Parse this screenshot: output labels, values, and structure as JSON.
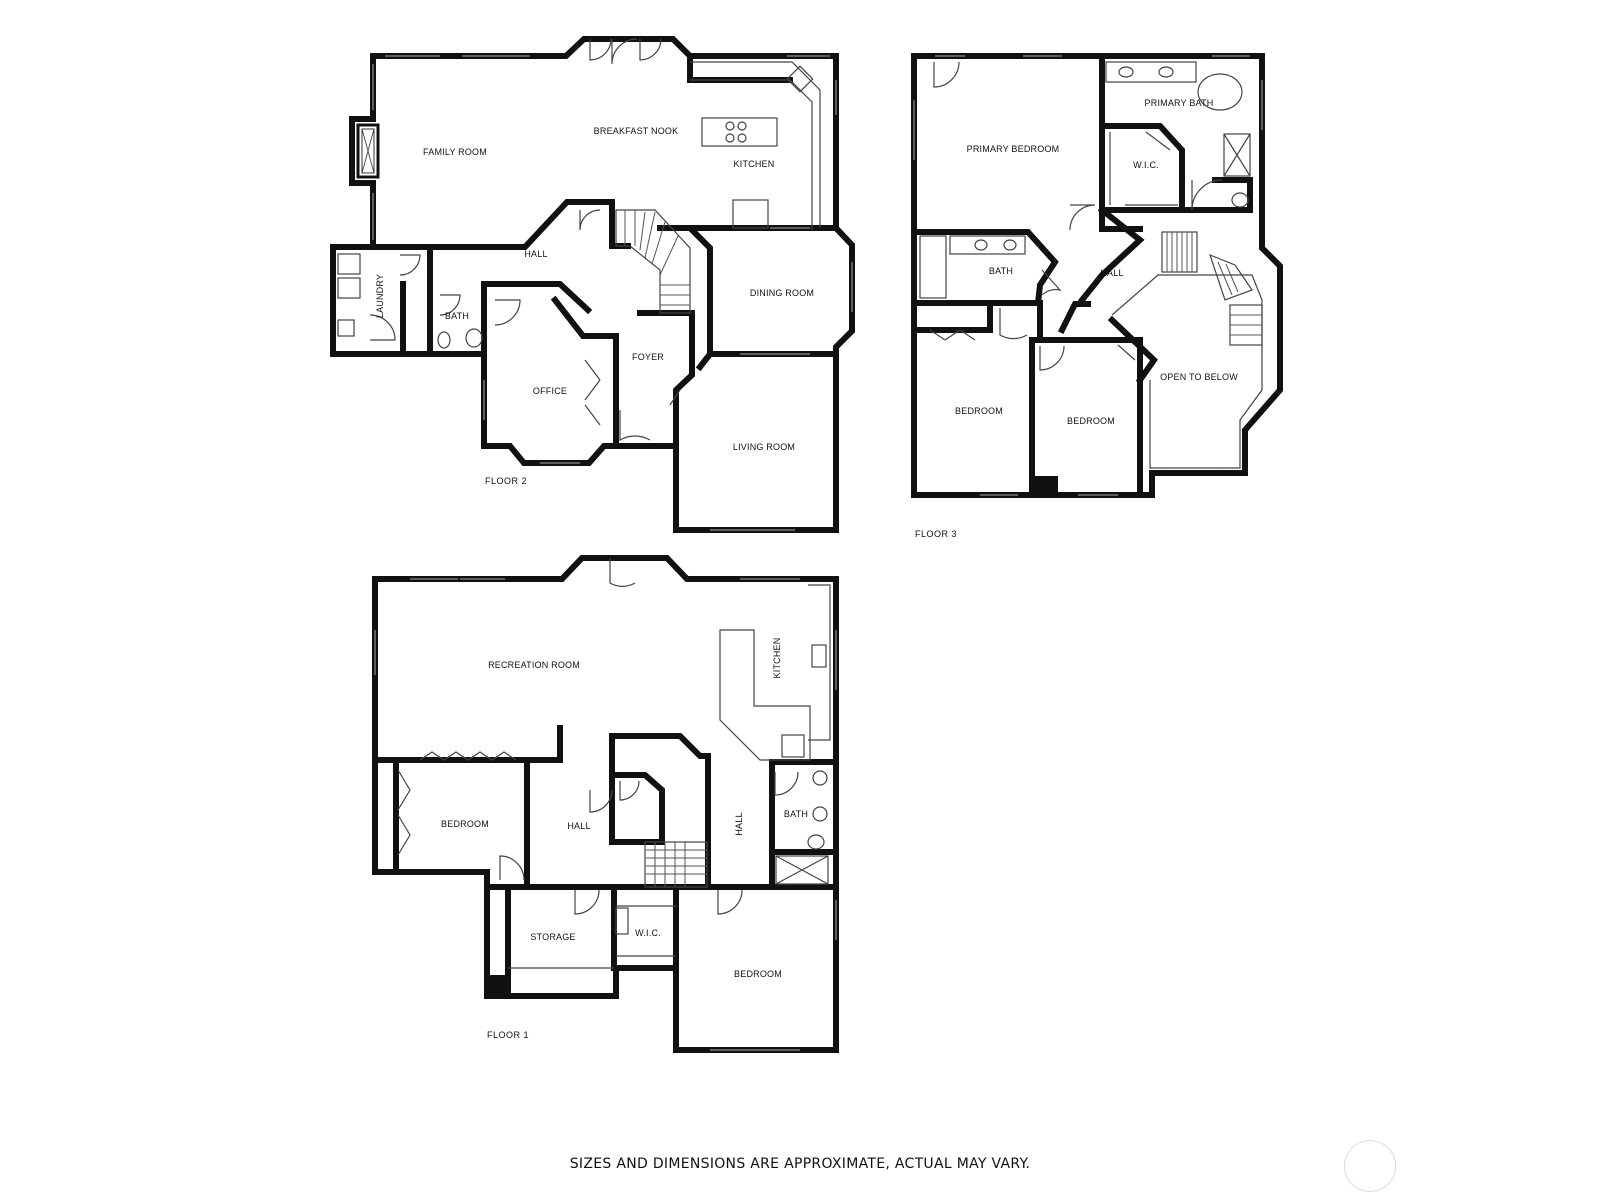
{
  "floors": {
    "floor2": {
      "label": "FLOOR 2",
      "rooms": {
        "family_room": "FAMILY ROOM",
        "breakfast_nook": "BREAKFAST NOOK",
        "kitchen": "KITCHEN",
        "hall": "HALL",
        "laundry": "LAUNDRY",
        "bath": "BATH",
        "dining_room": "DINING ROOM",
        "foyer": "FOYER",
        "office": "OFFICE",
        "living_room": "LIVING ROOM"
      }
    },
    "floor3": {
      "label": "FLOOR 3",
      "rooms": {
        "primary_bedroom": "PRIMARY BEDROOM",
        "primary_bath": "PRIMARY BATH",
        "wic": "W.I.C.",
        "bath": "BATH",
        "hall": "HALL",
        "bedroom_left": "BEDROOM",
        "bedroom_middle": "BEDROOM",
        "open_to_below": "OPEN TO BELOW"
      }
    },
    "floor1": {
      "label": "FLOOR 1",
      "rooms": {
        "recreation_room": "RECREATION ROOM",
        "kitchen": "KITCHEN",
        "bedroom_left": "BEDROOM",
        "hall_left": "HALL",
        "hall_vertical": "HALL",
        "bath": "BATH",
        "storage": "STORAGE",
        "wic": "W.I.C.",
        "bedroom_right": "BEDROOM"
      }
    }
  },
  "disclaimer": "SIZES AND DIMENSIONS ARE APPROXIMATE, ACTUAL MAY VARY."
}
